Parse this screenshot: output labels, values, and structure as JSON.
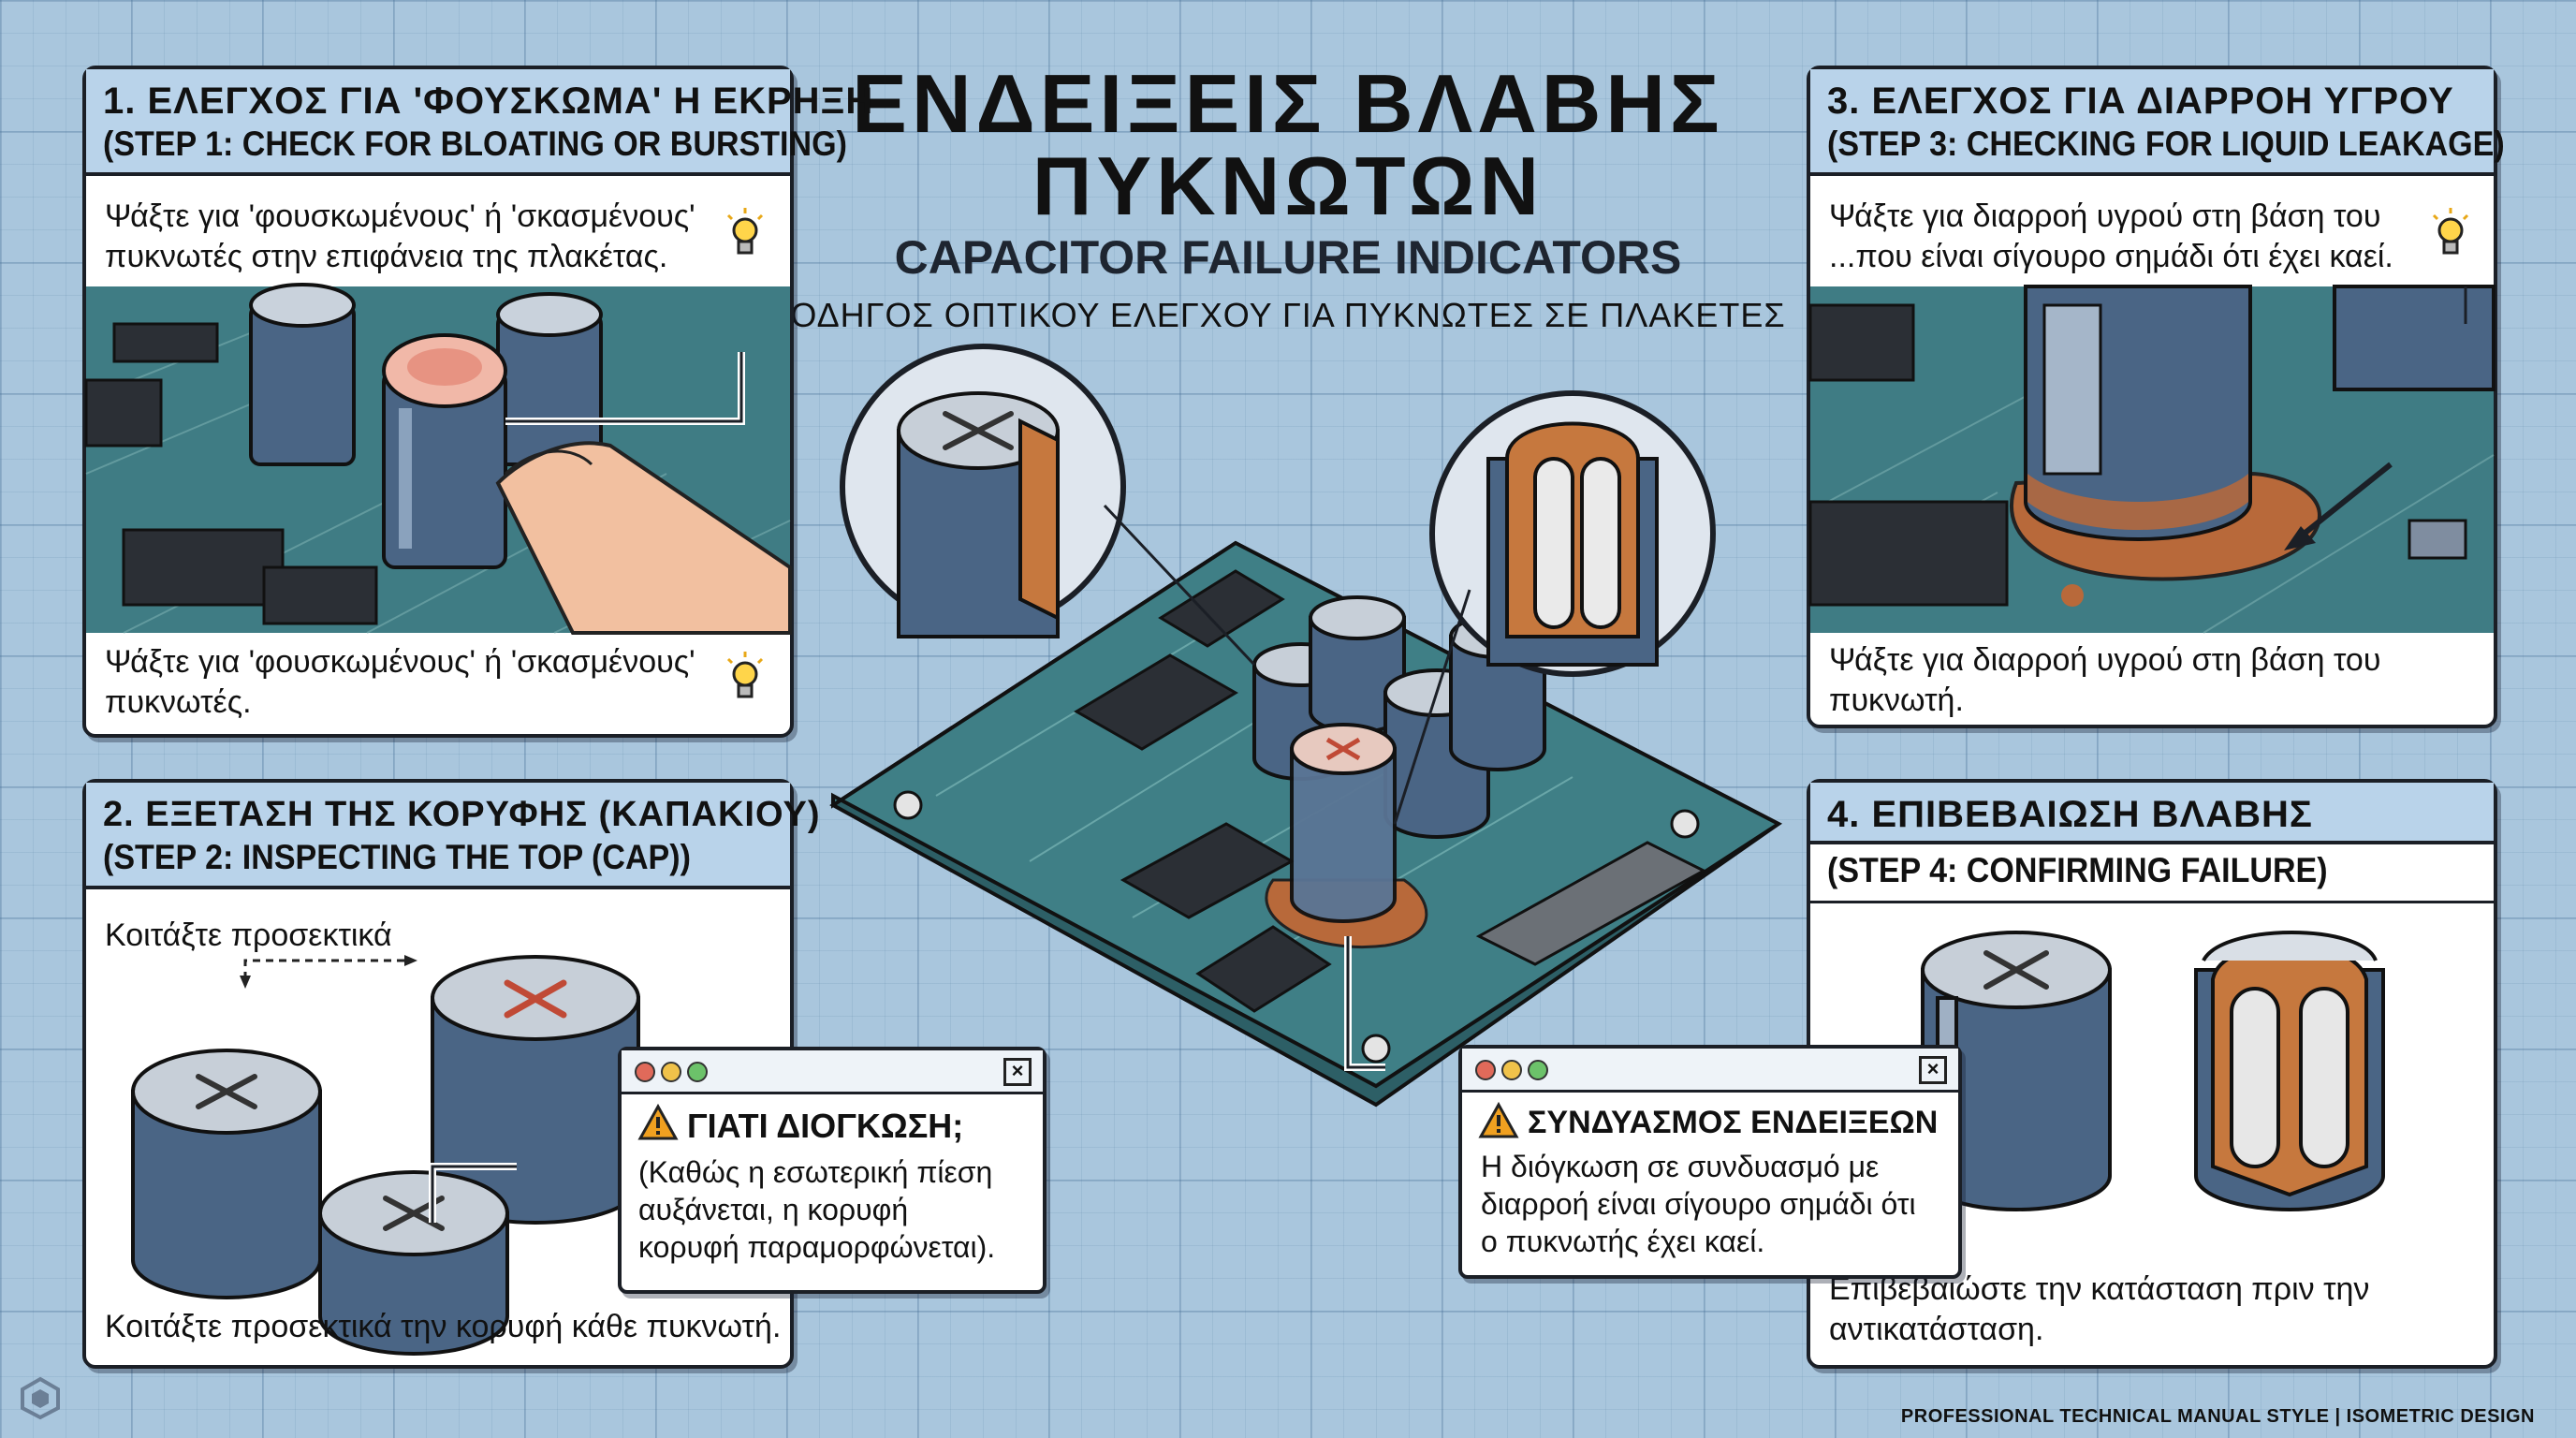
{
  "header": {
    "title_line1": "ΕΝΔΕΙΞΕΙΣ ΒΛΑΒΗΣ",
    "title_line2": "ΠΥΚΝΩΤΩΝ",
    "subtitle_en": "CAPACITOR FAILURE INDICATORS",
    "subtitle_gr": "ΟΔΗΓΟΣ ΟΠΤΙΚΟΥ ΕΛΕΓΧΟΥ ΓΙΑ ΠΥΚΝΩΤΕΣ ΣΕ ΠΛΑΚΕΤΕΣ"
  },
  "panels": {
    "p1": {
      "title_gr": "1. ΕΛΕΓΧΟΣ ΓΙΑ 'ΦΟΥΣΚΩΜΑ' Η ΕΚΡΗΞΗ",
      "title_en": "(STEP 1: CHECK FOR BLOATING OR BURSTING)",
      "top_text_1": "Ψάξτε για 'φουσκωμένους' ή 'σκασμένους'",
      "top_text_2": "πυκνωτές στην επιφάνεια της πλακέτας.",
      "bottom_text_1": "Ψάξτε για 'φουσκωμένους' ή 'σκασμένους'",
      "bottom_text_2": "πυκνωτές."
    },
    "p2": {
      "title_gr": "2. ΕΞΕΤΑΣΗ ΤΗΣ ΚΟΡΥΦΗΣ (ΚΑΠΑΚΙΟΥ)",
      "title_en": "(STEP 2: INSPECTING THE TOP (CAP))",
      "top_text": "Κοιτάξτε προσεκτικά",
      "bottom_text": "Κοιτάξτε προσεκτικά την κορυφή κάθε πυκνωτή."
    },
    "p3": {
      "title_gr": "3. ΕΛΕΓΧΟΣ ΓΙΑ ΔΙΑΡΡΟΗ ΥΓΡΟΥ",
      "title_en": "(STEP 3: CHECKING FOR LIQUID LEAKAGE)",
      "top_text_1": "Ψάξτε για διαρροή υγρού στη βάση του",
      "top_text_2": "...που είναι σίγουρο σημάδι ότι έχει καεί.",
      "bottom_text_1": "Ψάξτε για διαρροή υγρού στη βάση του",
      "bottom_text_2": "πυκνωτή."
    },
    "p4": {
      "title_gr": "4. ΕΠΙΒΕΒΑΙΩΣΗ ΒΛΑΒΗΣ",
      "title_en": "(STEP 4: CONFIRMING FAILURE)",
      "bottom_text_1": "Επιβεβαιώστε την κατάσταση πριν την",
      "bottom_text_2": "αντικατάσταση."
    }
  },
  "popups": {
    "bulge": {
      "title": "ΓΙΑΤΙ ΔΙΟΓΚΩΣΗ;",
      "line1": "(Καθώς η εσωτερική πίεση",
      "line2": "αυξάνεται, η κορυφή",
      "line3": "κορυφή παραμορφώνεται)."
    },
    "combo": {
      "title": "ΣΥΝΔΥΑΣΜΟΣ ΕΝΔΕΙΞΕΩΝ",
      "line1": "Η διόγκωση σε συνδυασμό με",
      "line2": "διαρροή είναι σίγουρο σημάδι ότι",
      "line3": "ο πυκνωτής έχει καεί."
    }
  },
  "footer": {
    "credit": "PROFESSIONAL TECHNICAL MANUAL STYLE | ISOMETRIC DESIGN"
  },
  "icons": [
    "lightbulb-icon",
    "warning-icon",
    "close-icon",
    "logo-icon"
  ],
  "colors": {
    "background": "#a9c6dd",
    "panel_header": "#b9d3ea",
    "capacitor": "#4a6585",
    "pcb": "#3f7f86",
    "leak": "#b8693a",
    "warning": "#f0a020"
  }
}
